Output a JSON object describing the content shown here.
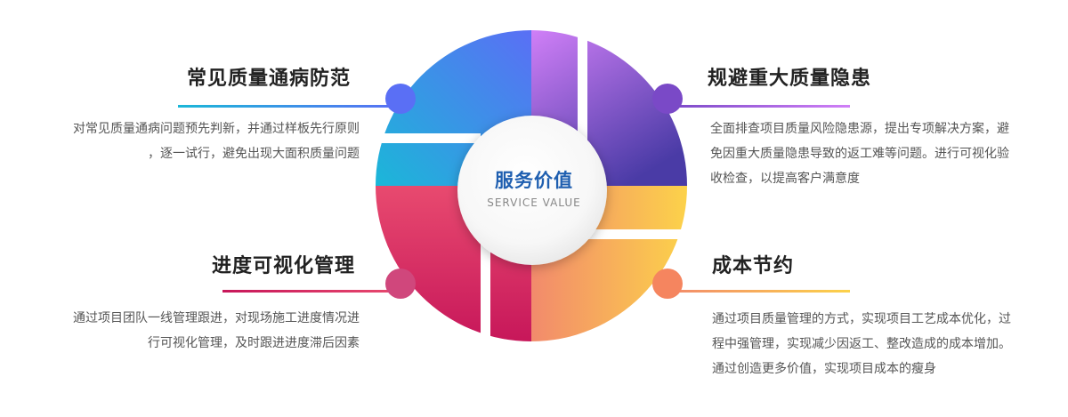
{
  "center": {
    "title": "服务价值",
    "subtitle": "SERVICE VALUE"
  },
  "quadrants": [
    {
      "id": "top-left",
      "title": "常见质量通病防范",
      "desc": [
        "对常见质量通病问题预先判新，并通过样板先行原则",
        "，逐一试行，避免出现大面积质量问题"
      ],
      "colors": [
        "#1bb7d8",
        "#5a6ff5"
      ],
      "dot_color": "#5a6ff5"
    },
    {
      "id": "top-right",
      "title": "规避重大质量隐患",
      "desc": [
        "全面排查项目质量风险隐患源，提出专项解决方案，避",
        "免因重大质量隐患导致的返工难等问题。进行可视化验",
        "收检查，以提高客户满意度"
      ],
      "colors": [
        "#d07ff7",
        "#4a3ba6"
      ],
      "dot_color": "#7a49c7"
    },
    {
      "id": "bottom-left",
      "title": "进度可视化管理",
      "desc": [
        "通过项目团队一线管理跟进，对现场施工进度情况进",
        "行可视化管理，及时跟进进度滞后因素"
      ],
      "colors": [
        "#e84a6f",
        "#c7175a"
      ],
      "dot_color": "#d0477c"
    },
    {
      "id": "bottom-right",
      "title": "成本节约",
      "desc": [
        "通过项目质量管理的方式，实现项目工艺成本优化，过",
        "程中强管理，实现减少因返工、整改造成的成本增加。",
        "通过创造更多价值，实现项目成本的瘦身"
      ],
      "colors": [
        "#f28a6c",
        "#fcd24a"
      ],
      "dot_color": "#f5855f"
    }
  ]
}
